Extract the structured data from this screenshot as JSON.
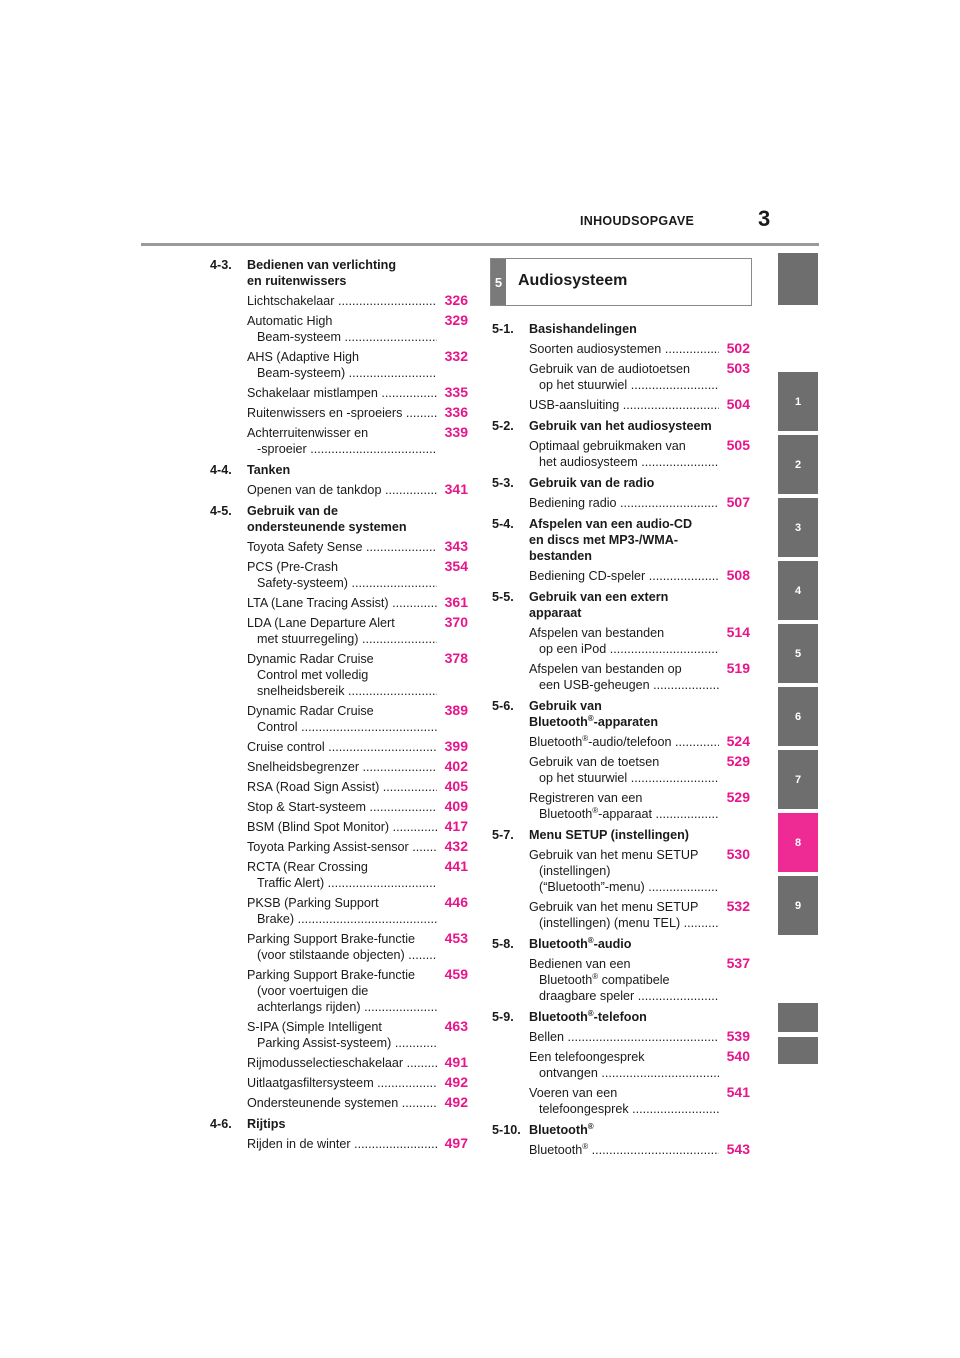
{
  "header": {
    "title": "INHOUDSOPGAVE",
    "page_number": "3"
  },
  "left_column": [
    {
      "num": "4-3.",
      "title_lines": [
        "Bedienen van verlichting",
        "en ruitenwissers"
      ],
      "entries": [
        {
          "lines": [
            "Lichtschakelaar"
          ],
          "page": "326"
        },
        {
          "lines": [
            "Automatic High",
            "Beam-systeem"
          ],
          "page": "329"
        },
        {
          "lines": [
            "AHS (Adaptive High",
            "Beam-systeem)"
          ],
          "page": "332"
        },
        {
          "lines": [
            "Schakelaar mistlampen"
          ],
          "page": "335"
        },
        {
          "lines": [
            "Ruitenwissers en -sproeiers"
          ],
          "page": "336"
        },
        {
          "lines": [
            "Achterruitenwisser en",
            "-sproeier"
          ],
          "page": "339"
        }
      ]
    },
    {
      "num": "4-4.",
      "title_lines": [
        "Tanken"
      ],
      "entries": [
        {
          "lines": [
            "Openen van de tankdop"
          ],
          "page": "341"
        }
      ]
    },
    {
      "num": "4-5.",
      "title_lines": [
        "Gebruik van de",
        "ondersteunende systemen"
      ],
      "entries": [
        {
          "lines": [
            "Toyota Safety Sense"
          ],
          "page": "343"
        },
        {
          "lines": [
            "PCS (Pre-Crash",
            "Safety-systeem)"
          ],
          "page": "354"
        },
        {
          "lines": [
            "LTA (Lane Tracing Assist)"
          ],
          "page": "361"
        },
        {
          "lines": [
            "LDA (Lane Departure Alert",
            "met stuurregeling)"
          ],
          "page": "370"
        },
        {
          "lines": [
            "Dynamic Radar Cruise",
            "Control met volledig",
            "snelheidsbereik"
          ],
          "page": "378"
        },
        {
          "lines": [
            "Dynamic Radar Cruise",
            "Control"
          ],
          "page": "389"
        },
        {
          "lines": [
            "Cruise control"
          ],
          "page": "399"
        },
        {
          "lines": [
            "Snelheidsbegrenzer"
          ],
          "page": "402"
        },
        {
          "lines": [
            "RSA (Road Sign Assist)"
          ],
          "page": "405"
        },
        {
          "lines": [
            "Stop & Start-systeem"
          ],
          "page": "409"
        },
        {
          "lines": [
            "BSM (Blind Spot Monitor)"
          ],
          "page": "417"
        },
        {
          "lines": [
            "Toyota Parking Assist-sensor"
          ],
          "page": "432"
        },
        {
          "lines": [
            "RCTA (Rear Crossing",
            "Traffic Alert)"
          ],
          "page": "441"
        },
        {
          "lines": [
            "PKSB (Parking Support",
            "Brake)"
          ],
          "page": "446"
        },
        {
          "lines": [
            "Parking Support Brake-functie",
            "(voor stilstaande objecten)"
          ],
          "page": "453"
        },
        {
          "lines": [
            "Parking Support Brake-functie",
            "(voor voertuigen die",
            "achterlangs rijden)"
          ],
          "page": "459"
        },
        {
          "lines": [
            "S-IPA (Simple Intelligent",
            "Parking Assist-systeem)"
          ],
          "page": "463"
        },
        {
          "lines": [
            "Rijmodusselectieschakelaar"
          ],
          "page": "491"
        },
        {
          "lines": [
            "Uitlaatgasfiltersysteem"
          ],
          "page": "492"
        },
        {
          "lines": [
            "Ondersteunende systemen"
          ],
          "page": "492"
        }
      ]
    },
    {
      "num": "4-6.",
      "title_lines": [
        "Rijtips"
      ],
      "entries": [
        {
          "lines": [
            "Rijden in de winter"
          ],
          "page": "497"
        }
      ]
    }
  ],
  "chapter_box": {
    "number": "5",
    "title": "Audiosysteem"
  },
  "right_column": [
    {
      "num": "5-1.",
      "title_lines": [
        "Basishandelingen"
      ],
      "entries": [
        {
          "lines": [
            "Soorten audiosystemen"
          ],
          "page": "502"
        },
        {
          "lines": [
            "Gebruik van de audiotoetsen",
            "op het stuurwiel"
          ],
          "page": "503"
        },
        {
          "lines": [
            "USB-aansluiting"
          ],
          "page": "504"
        }
      ]
    },
    {
      "num": "5-2.",
      "title_lines": [
        "Gebruik van het audiosysteem"
      ],
      "entries": [
        {
          "lines": [
            "Optimaal gebruikmaken van",
            "het audiosysteem"
          ],
          "page": "505"
        }
      ]
    },
    {
      "num": "5-3.",
      "title_lines": [
        "Gebruik van de radio"
      ],
      "entries": [
        {
          "lines": [
            "Bediening radio"
          ],
          "page": "507"
        }
      ]
    },
    {
      "num": "5-4.",
      "title_lines": [
        "Afspelen van een audio-CD",
        "en discs met MP3-/WMA-",
        "bestanden"
      ],
      "entries": [
        {
          "lines": [
            "Bediening CD-speler"
          ],
          "page": "508"
        }
      ]
    },
    {
      "num": "5-5.",
      "title_lines": [
        "Gebruik van een extern",
        "apparaat"
      ],
      "entries": [
        {
          "lines": [
            "Afspelen van bestanden",
            "op een iPod"
          ],
          "page": "514"
        },
        {
          "lines": [
            "Afspelen van bestanden op",
            "een USB-geheugen"
          ],
          "page": "519"
        }
      ]
    },
    {
      "num": "5-6.",
      "title_lines": [
        "Gebruik van",
        "Bluetooth®-apparaten"
      ],
      "entries": [
        {
          "lines": [
            "Bluetooth®-audio/telefoon"
          ],
          "page": "524"
        },
        {
          "lines": [
            "Gebruik van de toetsen",
            "op het stuurwiel"
          ],
          "page": "529"
        },
        {
          "lines": [
            "Registreren van een",
            "Bluetooth®-apparaat"
          ],
          "page": "529"
        }
      ]
    },
    {
      "num": "5-7.",
      "title_lines": [
        "Menu SETUP (instellingen)"
      ],
      "entries": [
        {
          "lines": [
            "Gebruik van het menu SETUP",
            "(instellingen)",
            "(“Bluetooth”-menu)"
          ],
          "page": "530"
        },
        {
          "lines": [
            "Gebruik van het menu SETUP",
            "(instellingen) (menu TEL)"
          ],
          "page": "532"
        }
      ]
    },
    {
      "num": "5-8.",
      "title_lines": [
        "Bluetooth®-audio"
      ],
      "entries": [
        {
          "lines": [
            "Bedienen van een",
            "Bluetooth® compatibele",
            "draagbare speler"
          ],
          "page": "537"
        }
      ]
    },
    {
      "num": "5-9.",
      "title_lines": [
        "Bluetooth®-telefoon"
      ],
      "entries": [
        {
          "lines": [
            "Bellen"
          ],
          "page": "539"
        },
        {
          "lines": [
            "Een telefoongesprek",
            "ontvangen"
          ],
          "page": "540"
        },
        {
          "lines": [
            "Voeren van een",
            "telefoongesprek"
          ],
          "page": "541"
        }
      ]
    },
    {
      "num": "5-10.",
      "title_lines": [
        "Bluetooth®"
      ],
      "entries": [
        {
          "lines": [
            "Bluetooth®"
          ],
          "page": "543"
        }
      ]
    }
  ],
  "side_tabs": [
    "",
    "1",
    "2",
    "3",
    "4",
    "5",
    "6",
    "7",
    "8",
    "9",
    "",
    ""
  ],
  "active_tab": "8",
  "colors": {
    "page_number": "#e8148c",
    "tab": "#6e6e6e",
    "tab_active": "#ee2b95",
    "rule": "#9a9a9a"
  }
}
